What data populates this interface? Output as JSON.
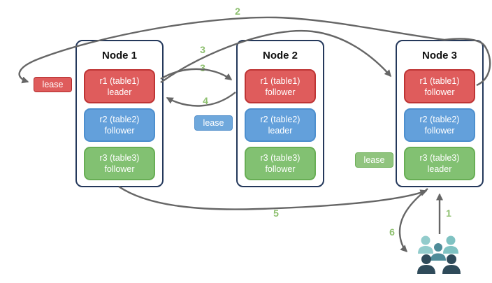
{
  "nodes": [
    {
      "title": "Node 1",
      "replicas": [
        {
          "label": "r1 (table1)",
          "role": "leader",
          "color": "#DF5C5C"
        },
        {
          "label": "r2 (table2)",
          "role": "follower",
          "color": "#63A0DB"
        },
        {
          "label": "r3 (table3)",
          "role": "follower",
          "color": "#82C172"
        }
      ]
    },
    {
      "title": "Node 2",
      "replicas": [
        {
          "label": "r1 (table1)",
          "role": "follower",
          "color": "#DF5C5C"
        },
        {
          "label": "r2 (table2)",
          "role": "leader",
          "color": "#63A0DB"
        },
        {
          "label": "r3 (table3)",
          "role": "follower",
          "color": "#82C172"
        }
      ]
    },
    {
      "title": "Node 3",
      "replicas": [
        {
          "label": "r1 (table1)",
          "role": "follower",
          "color": "#DF5C5C"
        },
        {
          "label": "r2 (table2)",
          "role": "follower",
          "color": "#63A0DB"
        },
        {
          "label": "r3 (table3)",
          "role": "leader",
          "color": "#82C172"
        }
      ]
    }
  ],
  "leases": [
    {
      "label": "lease",
      "color": "#DF5C5C"
    },
    {
      "label": "lease",
      "color": "#6FA8DC"
    },
    {
      "label": "lease",
      "color": "#90C47E"
    }
  ],
  "steps": [
    "2",
    "3",
    "3",
    "4",
    "5",
    "6",
    "1"
  ],
  "arrows": [
    {
      "step": "2",
      "from": "node-3 r1 follower",
      "to": "red lease label"
    },
    {
      "step": "3",
      "from": "node-1 r1 leader",
      "to": "node-3 r1 follower"
    },
    {
      "step": "3",
      "from": "node-1 r1 leader",
      "to": "node-2 r1 follower"
    },
    {
      "step": "4",
      "from": "node-2 r1 follower",
      "to": "node-1 r1 leader"
    },
    {
      "step": "5",
      "from": "node-1",
      "to": "node-3"
    },
    {
      "step": "6",
      "from": "node-3",
      "to": "users"
    },
    {
      "step": "1",
      "from": "users",
      "to": "node-3"
    }
  ],
  "icons": {
    "users": "group-of-people-icon"
  },
  "colors": {
    "arrow": "#666666",
    "step_label": "#8EC06F",
    "node_border": "#24385B",
    "users_icon": [
      "#92CCCC",
      "#7FC2C2",
      "#4E8C99",
      "#2F4B5A"
    ]
  }
}
